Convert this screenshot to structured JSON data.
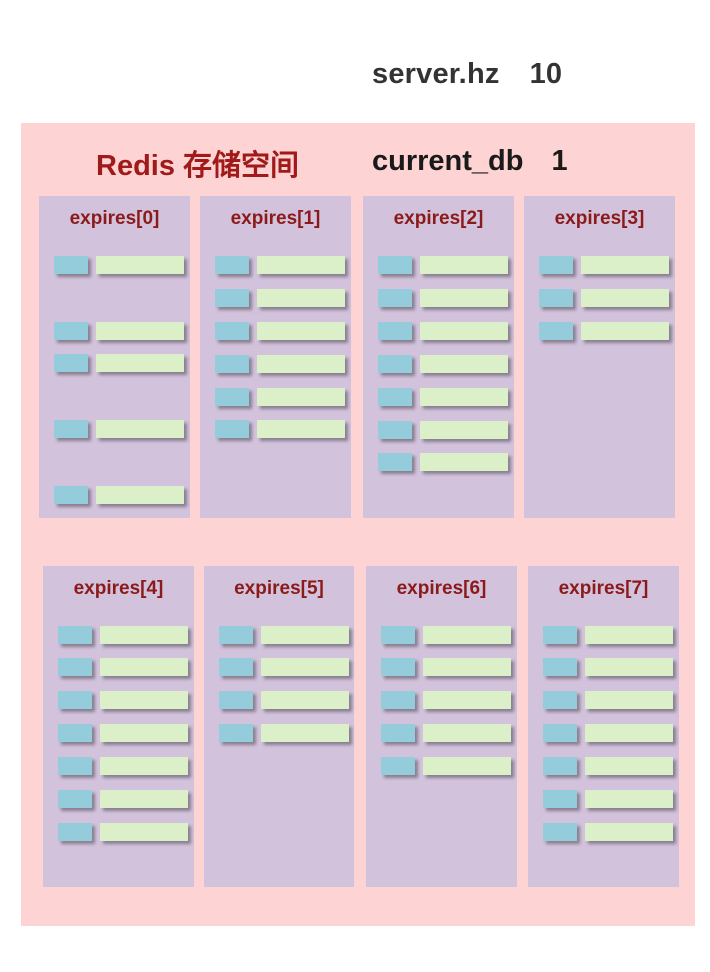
{
  "server_hz": {
    "label": "server.hz",
    "value": "10"
  },
  "storage": {
    "title": "Redis 存储空间"
  },
  "current_db": {
    "label": "current_db",
    "value": "1"
  },
  "expires": [
    {
      "label": "expires[0]"
    },
    {
      "label": "expires[1]"
    },
    {
      "label": "expires[2]"
    },
    {
      "label": "expires[3]"
    },
    {
      "label": "expires[4]"
    },
    {
      "label": "expires[5]"
    },
    {
      "label": "expires[6]"
    },
    {
      "label": "expires[7]"
    }
  ],
  "colors": {
    "storage_bg": "#fdd3d3",
    "column_bg": "#d2c2dc",
    "title_red": "#a01a1a",
    "label_red": "#8b1a1a",
    "key_blue": "#95ccdb",
    "value_green": "#dbf0c8"
  }
}
